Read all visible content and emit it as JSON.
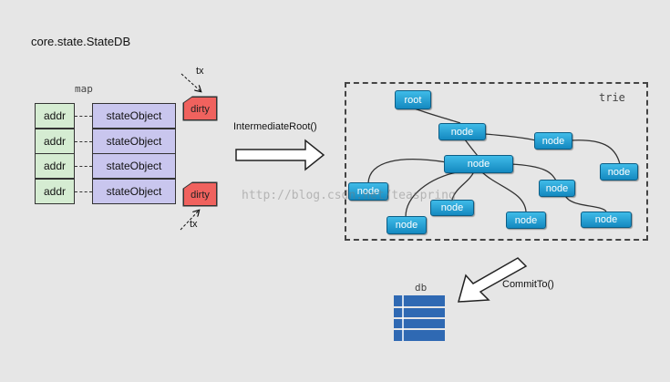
{
  "title": "core.state.StateDB",
  "map": {
    "label": "map",
    "rows": [
      {
        "key": "addr",
        "value": "stateObject"
      },
      {
        "key": "addr",
        "value": "stateObject"
      },
      {
        "key": "addr",
        "value": "stateObject"
      },
      {
        "key": "addr",
        "value": "stateObject"
      }
    ]
  },
  "dirty": {
    "top": {
      "label": "dirty",
      "tx": "tx"
    },
    "bottom": {
      "label": "dirty",
      "tx": "tx"
    }
  },
  "arrows": {
    "intermediate_root": "IntermediateRoot()",
    "commit_to": "CommitTo()"
  },
  "trie": {
    "label": "trie",
    "root": "root",
    "node_label": "node"
  },
  "db": {
    "label": "db"
  },
  "watermark": "http://blog.csdn.net/teaspring",
  "colors": {
    "addr_fill": "#d5ecd2",
    "state_object_fill": "#c9c6ee",
    "dirty_fill": "#f0625e",
    "node_fill": "#1e9fd6",
    "db_fill": "#2f69b3",
    "background": "#e6e6e6"
  }
}
